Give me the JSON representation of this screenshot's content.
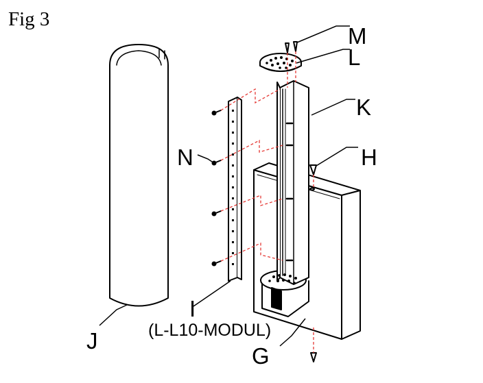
{
  "figure": {
    "title": "Fig 3"
  },
  "labels": {
    "M": "M",
    "L": "L",
    "K": "K",
    "H": "H",
    "N": "N",
    "I": "I",
    "I_sub": "(L-L10-MODUL)",
    "J": "J",
    "G": "G"
  },
  "colors": {
    "line": "#000000",
    "dash": "#e53935",
    "fill": "#ffffff"
  }
}
